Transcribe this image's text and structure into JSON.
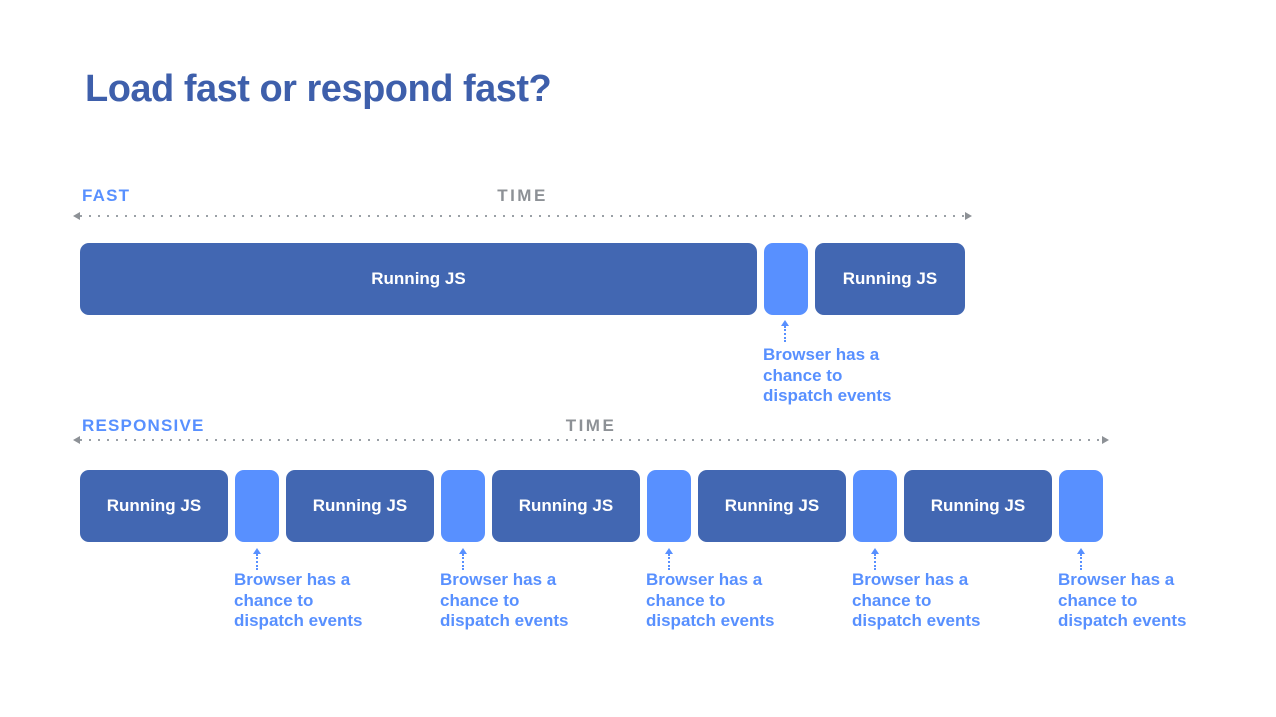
{
  "title": "Load fast or respond fast?",
  "colors": {
    "title_blue": "#3e5fab",
    "bar_blue": "#4267b2",
    "gap_blue": "#5890ff",
    "time_gray": "#8d9196",
    "track_gray": "#9aa0a6",
    "background": "#ffffff"
  },
  "fast": {
    "label": "FAST",
    "time_label": "TIME",
    "bars": [
      {
        "label": "Running JS"
      },
      {
        "label": "Running JS"
      }
    ],
    "annotation": {
      "text": "Browser has a\nchance to\ndispatch events"
    }
  },
  "responsive": {
    "label": "RESPONSIVE",
    "time_label": "TIME",
    "bars": [
      {
        "label": "Running JS"
      },
      {
        "label": "Running JS"
      },
      {
        "label": "Running JS"
      },
      {
        "label": "Running JS"
      },
      {
        "label": "Running JS"
      }
    ],
    "annotations": [
      {
        "text": "Browser has a\nchance to\ndispatch events"
      },
      {
        "text": "Browser has a\nchance to\ndispatch events"
      },
      {
        "text": "Browser has a\nchance to\ndispatch events"
      },
      {
        "text": "Browser has a\nchance to\ndispatch events"
      },
      {
        "text": "Browser has a\nchance to\ndispatch events"
      }
    ]
  }
}
